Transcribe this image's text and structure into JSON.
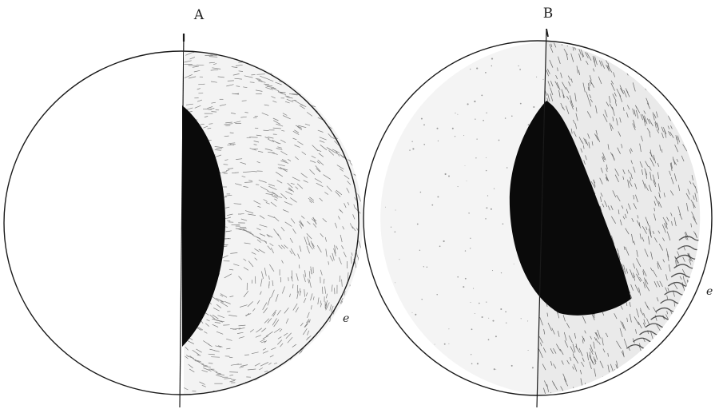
{
  "figure": {
    "panel_a": {
      "label": "A",
      "edge_label": "e"
    },
    "panel_b": {
      "label": "B",
      "edge_label": "e"
    }
  },
  "colors": {
    "ink": "#1a1a1a",
    "paper": "#ffffff",
    "shading": "#6b6b6b",
    "dark_region": "#0a0a0a"
  }
}
